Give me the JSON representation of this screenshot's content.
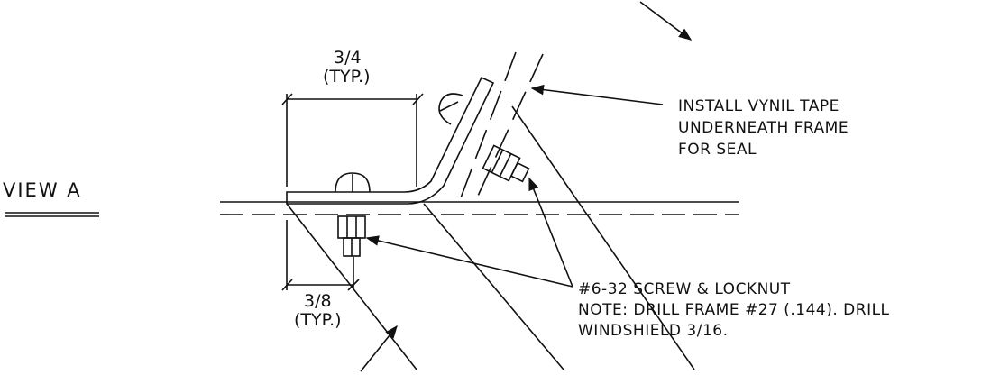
{
  "view_label": "VIEW A",
  "dims": {
    "top_value": "3/4",
    "top_typ": "(TYP.)",
    "bottom_value": "3/8",
    "bottom_typ": "(TYP.)"
  },
  "notes": {
    "tape": [
      "INSTALL VYNIL TAPE",
      "UNDERNEATH FRAME",
      "FOR SEAL"
    ],
    "screw": [
      "#6-32 SCREW & LOCKNUT",
      "NOTE: DRILL FRAME #27 (.144). DRILL",
      "WINDSHIELD 3/16."
    ]
  }
}
